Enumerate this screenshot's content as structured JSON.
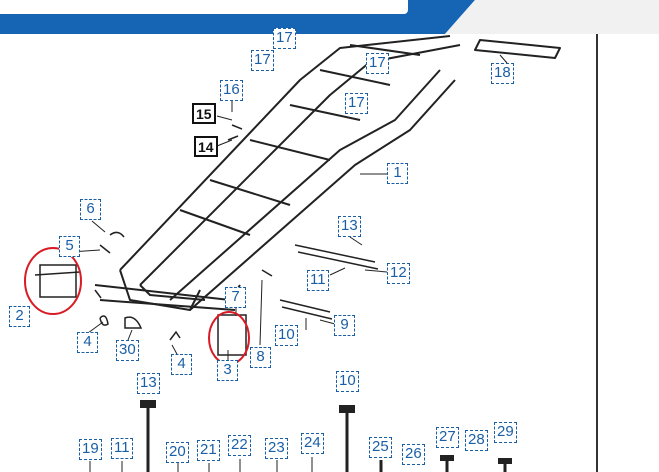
{
  "colors": {
    "header_blue": "#1665b5",
    "callout_blue": "#1a5fa6",
    "highlight_red": "#d81b24",
    "line_art": "#222222"
  },
  "callouts": {
    "c17a": "17",
    "c17b": "17",
    "c17c": "17",
    "c17d": "17",
    "c18": "18",
    "c16": "16",
    "c15": "15",
    "c14": "14",
    "c1": "1",
    "c6": "6",
    "c5": "5",
    "c13a": "13",
    "c11a": "11",
    "c12": "12",
    "c2": "2",
    "c7": "7",
    "c9": "9",
    "c10a": "10",
    "c4a": "4",
    "c30": "30",
    "c4b": "4",
    "c3": "3",
    "c8": "8",
    "c13b": "13",
    "c10b": "10",
    "c19": "19",
    "c11b": "11",
    "c20": "20",
    "c21": "21",
    "c22": "22",
    "c23": "23",
    "c24": "24",
    "c25": "25",
    "c26": "26",
    "c27": "27",
    "c28": "28",
    "c29": "29"
  }
}
